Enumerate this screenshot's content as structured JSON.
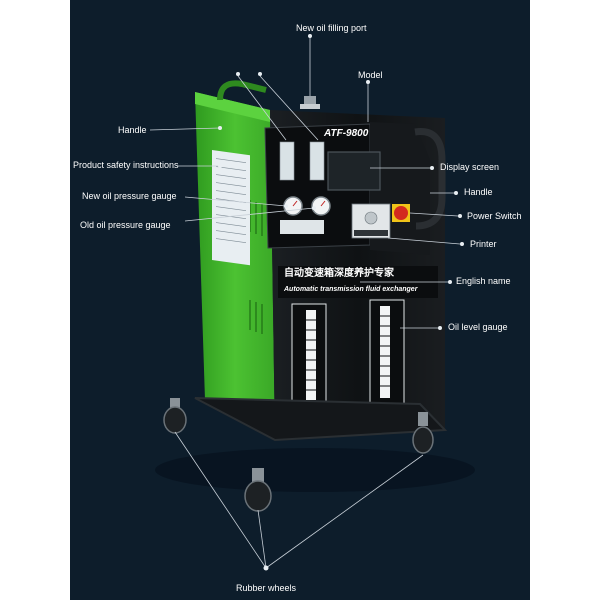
{
  "colors": {
    "background": "#0d1d2b",
    "cabinet_green": "#3fb52a",
    "cabinet_black": "#111417",
    "leader_line": "#c8d0d8",
    "label_text": "#ffffff",
    "power_button": "#d32a1f"
  },
  "callouts": {
    "new_oil_filling_port": "New oil filling port",
    "model": "Model",
    "handle_left": "Handle",
    "product_safety_instructions": "Product safety instructions",
    "display_screen": "Display screen",
    "handle_right": "Handle",
    "new_oil_pressure_gauge": "New oil pressure gauge",
    "power_switch": "Power Switch",
    "old_oil_pressure_gauge": "Old oil pressure gauge",
    "printer": "Printer",
    "english_name": "English name",
    "oil_level_gauge": "Oil level gauge",
    "rubber_wheels": "Rubber wheels"
  },
  "machine": {
    "model_name": "ATF-9800",
    "chinese_name": "自动变速箱深度养护专家",
    "english_name": "Automatic transmission fluid exchanger"
  },
  "icons": [
    "handle-icon",
    "filler-cap-icon",
    "pressure-gauge-icon",
    "power-switch-icon",
    "printer-icon",
    "oil-level-gauge-icon",
    "caster-wheel-icon"
  ]
}
